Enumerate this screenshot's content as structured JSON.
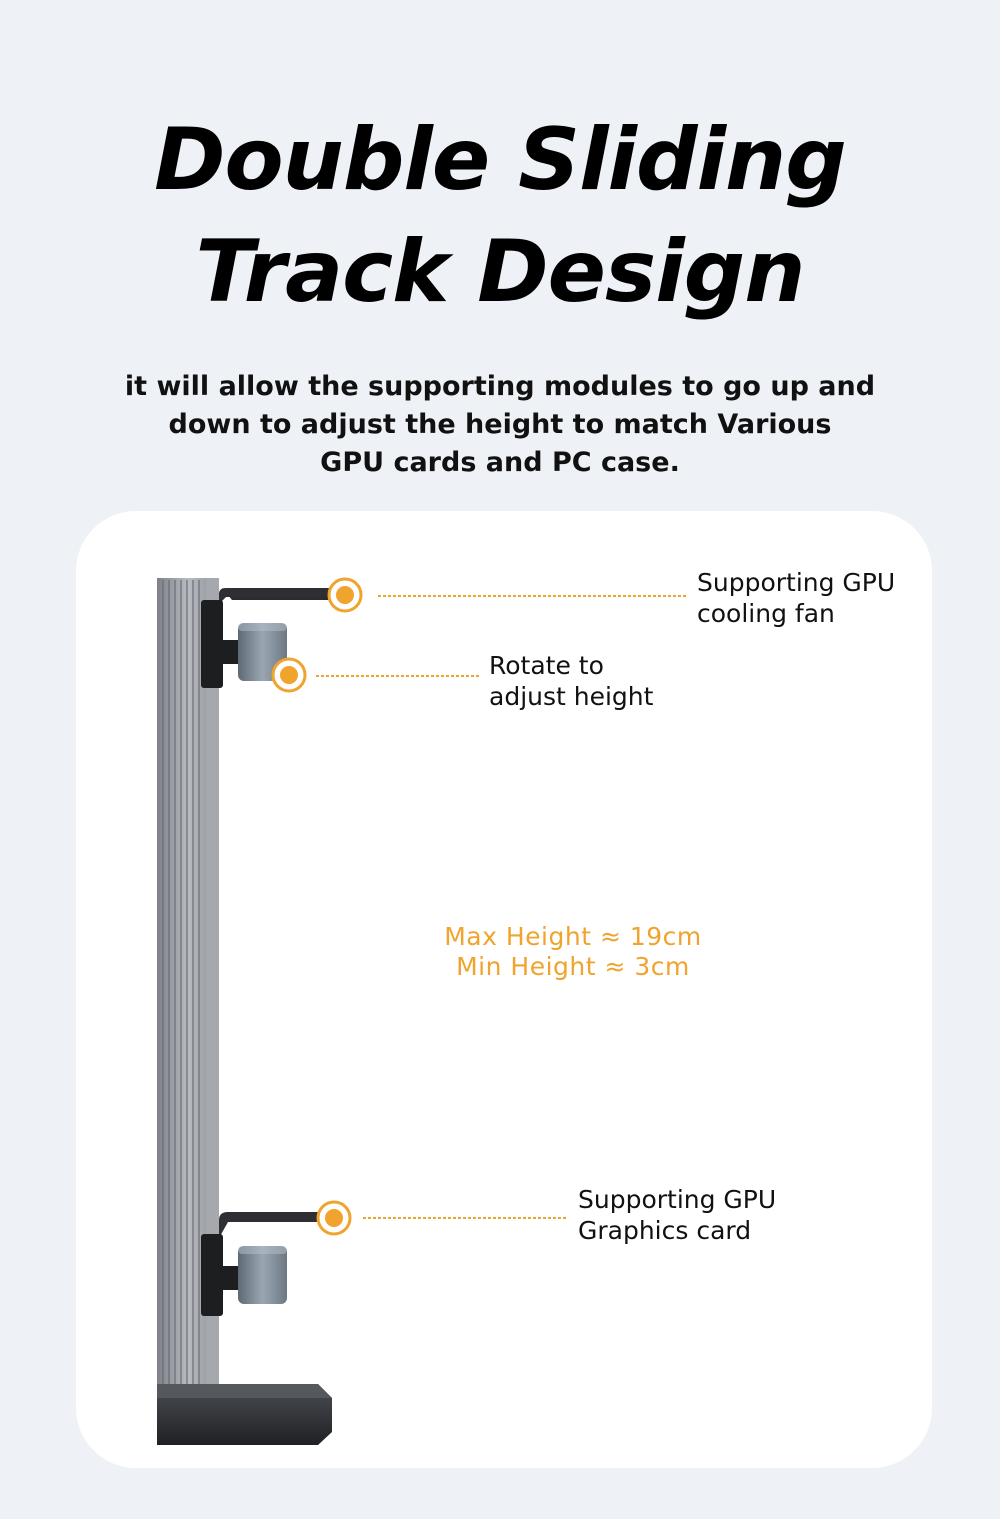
{
  "header": {
    "title_line1": "Double Sliding",
    "title_line2": "Track Design",
    "subtitle_line1": "it will allow the supporting modules to go up and",
    "subtitle_line2": "down to adjust the height to match Various",
    "subtitle_line3": "GPU cards and PC case."
  },
  "callouts": {
    "fan_line1": "Supporting GPU",
    "fan_line2": "cooling fan",
    "rotate_line1": "Rotate to",
    "rotate_line2": "adjust height",
    "card_line1": "Supporting GPU",
    "card_line2": "Graphics card"
  },
  "specs": {
    "max_height": "Max Height ≈ 19cm",
    "min_height": "Min Height ≈ 3cm"
  },
  "colors": {
    "accent": "#f0a32d",
    "background": "#eef2f7",
    "card": "#ffffff"
  }
}
